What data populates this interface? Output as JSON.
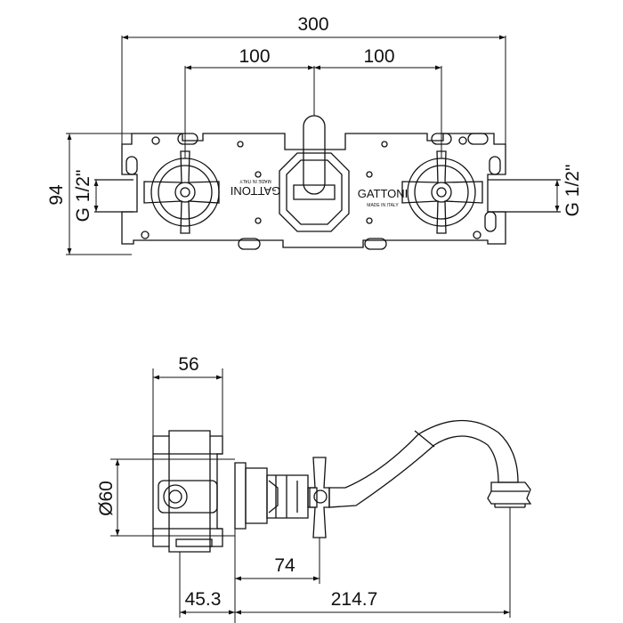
{
  "dimensions": {
    "total_width": "300",
    "left_spacing": "100",
    "right_spacing": "100",
    "height": "94",
    "left_thread": "G 1/2\"",
    "right_thread": "G 1/2\"",
    "depth": "56",
    "diameter": "Ø60",
    "handle_offset": "74",
    "wall_offset": "45.3",
    "spout_reach": "214.7"
  },
  "branding": {
    "left_logo": "GATTONI",
    "right_logo": "GATTONI",
    "made_in": "MADE IN ITALY"
  },
  "colors": {
    "line": "#111111",
    "background": "#ffffff"
  }
}
